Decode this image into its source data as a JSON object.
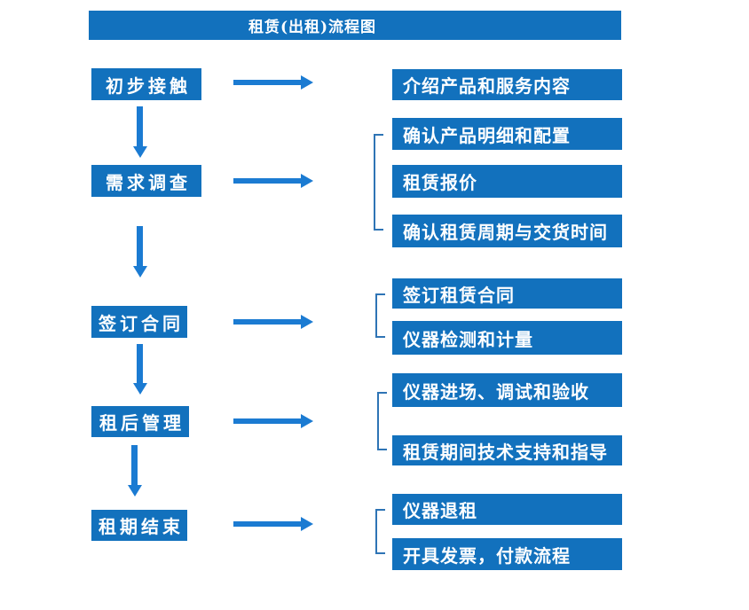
{
  "title": "租赁(出租)流程图",
  "colors": {
    "box_blue": "#1271BD",
    "arrow_blue": "#1B7BD2",
    "bracket_blue": "#2E74B5",
    "text": "#FFFFFF",
    "background": "#FFFFFF"
  },
  "steps": [
    {
      "label": "初步接触",
      "details": [
        "介绍产品和服务内容"
      ]
    },
    {
      "label": "需求调查",
      "details": [
        "确认产品明细和配置",
        "租赁报价",
        "确认租赁周期与交货时间"
      ]
    },
    {
      "label": "签订合同",
      "details": [
        "签订租赁合同",
        "仪器检测和计量"
      ]
    },
    {
      "label": "租后管理",
      "details": [
        "仪器进场、调试和验收",
        "租赁期间技术支持和指导"
      ]
    },
    {
      "label": "租期结束",
      "details": [
        "仪器退租",
        "开具发票，付款流程"
      ]
    }
  ]
}
